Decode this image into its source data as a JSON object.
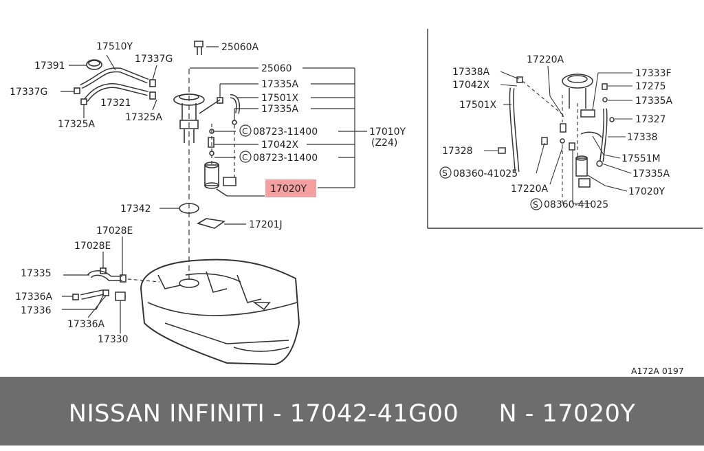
{
  "diagram": {
    "labels": {
      "p17510Y": "17510Y",
      "p25060A": "25060A",
      "p17391": "17391",
      "p17337G_a": "17337G",
      "p25060": "25060",
      "p17337G_b": "17337G",
      "p17335A_1": "17335A",
      "p17321": "17321",
      "p17501X": "17501X",
      "p17325A_a": "17325A",
      "p17325A_b": "17325A",
      "p17335A_2": "17335A",
      "c1": "C",
      "p08723_1": "08723-11400",
      "p17010Y": "17010Y",
      "pZ24": "(Z24)",
      "p17042X": "17042X",
      "c2": "C",
      "p08723_2": "08723-11400",
      "p17020Y": "17020Y",
      "p17342": "17342",
      "p17201J": "17201J",
      "p17028E_a": "17028E",
      "p17028E_b": "17028E",
      "p17335": "17335",
      "p17336A_a": "17336A",
      "p17336": "17336",
      "p17336A_b": "17336A",
      "p17330": "17330",
      "r17220A_1": "17220A",
      "r17338A": "17338A",
      "r17333F": "17333F",
      "r17042X": "17042X",
      "r17275": "17275",
      "r17335A_1": "17335A",
      "r17501X": "17501X",
      "r17327": "17327",
      "r17338": "17338",
      "r17328": "17328",
      "r17551M": "17551M",
      "s1": "S",
      "r08360_1": "08360-41025",
      "r17335A_2": "17335A",
      "r17220A_2": "17220A",
      "r17020Y": "17020Y",
      "s2": "S",
      "r08360_2": "08360-41025",
      "ref": "A172A 0197"
    },
    "highlight_color": "#f4a0a0"
  },
  "banner": {
    "text": "NISSAN INFINITI - 17042-41G00     N - 17020Y",
    "background": "#6d6d6d",
    "color": "#ffffff"
  }
}
